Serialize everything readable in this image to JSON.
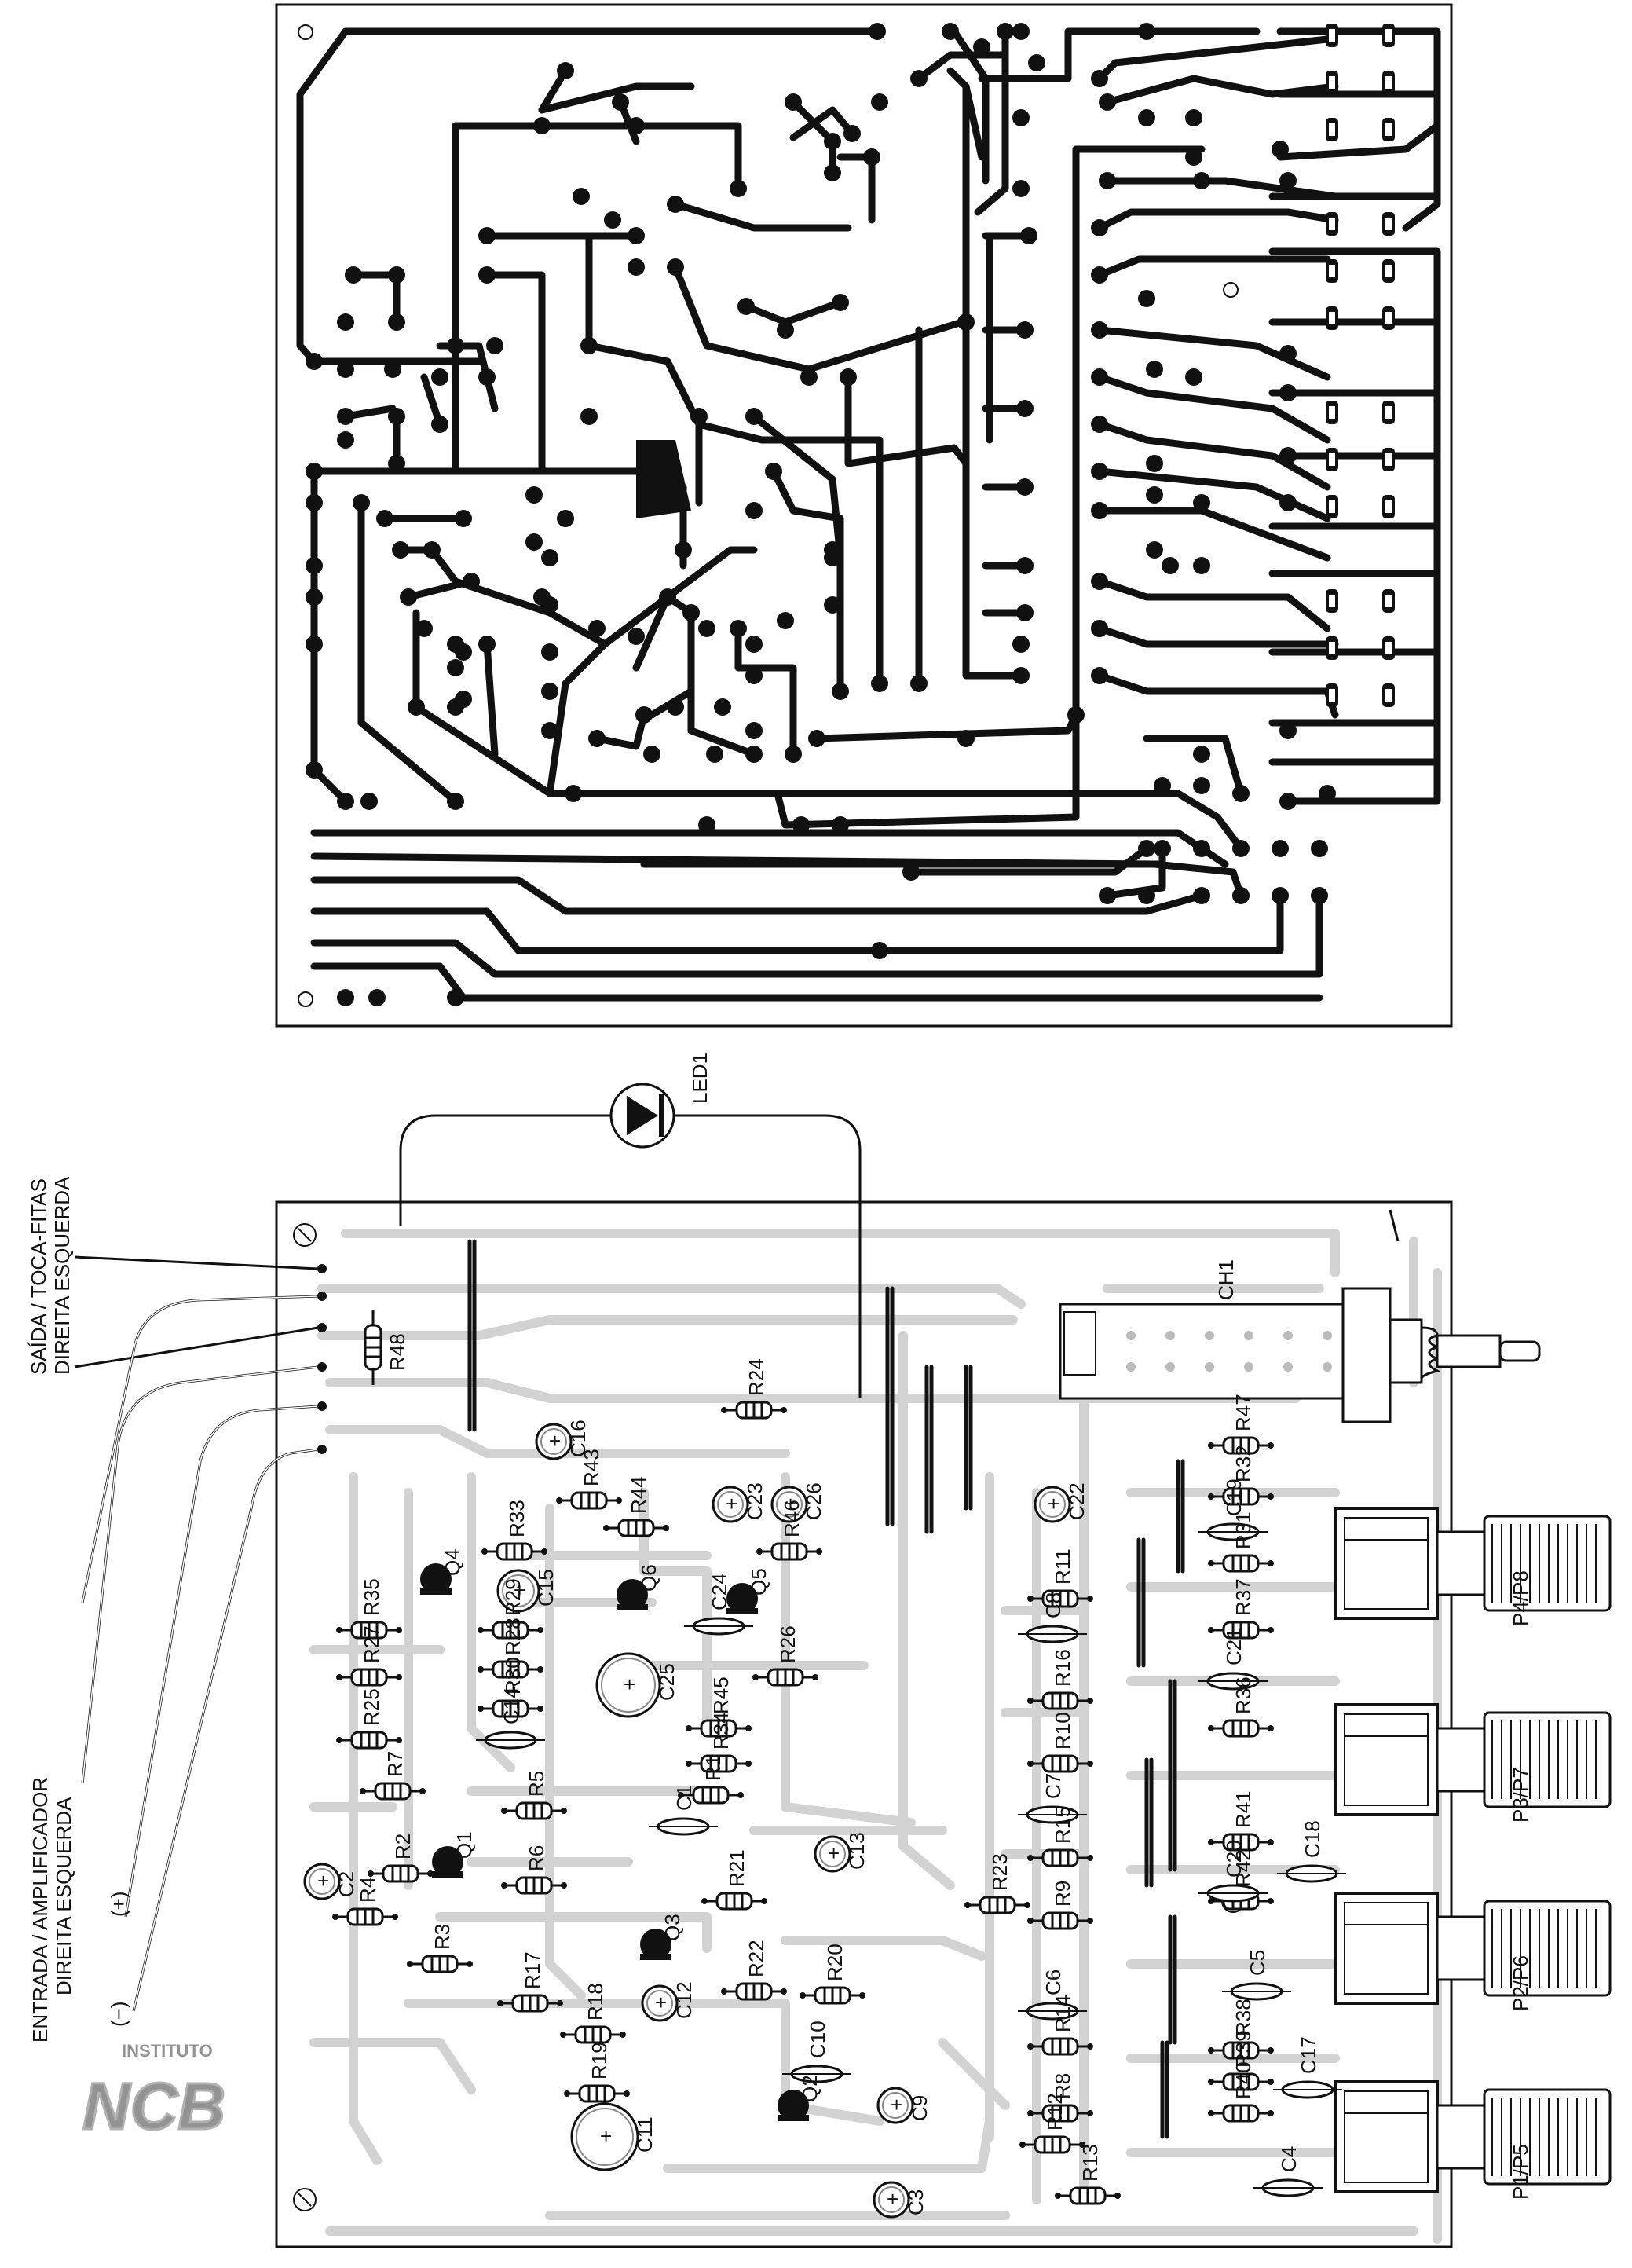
{
  "diagram": {
    "top_view": "copper-side printed circuit layout (trace pattern)",
    "bottom_view": "component-side placement overlay"
  },
  "io_labels": {
    "output_title": "SAÍDA / TOCA-FITAS",
    "output_channels": "DIREITA  ESQUERDA",
    "input_title": "ENTRADA / AMPLIFICADOR",
    "input_channels": "DIREITA     ESQUERDA",
    "plus": "(+)",
    "minus": "(−)"
  },
  "led_label": "LED1",
  "switch_label": "CH1",
  "pots": [
    "P4/P8",
    "P3/P7",
    "P2/P6",
    "P1/P5"
  ],
  "resistors": [
    "R1",
    "R2",
    "R3",
    "R4",
    "R5",
    "R6",
    "R7",
    "R8",
    "R9",
    "R10",
    "R11",
    "R12",
    "R13",
    "R14",
    "R15",
    "R16",
    "R17",
    "R18",
    "R19",
    "R20",
    "R21",
    "R22",
    "R23",
    "R24",
    "R25",
    "R26",
    "R27",
    "R28",
    "R29",
    "R30",
    "R31",
    "R32",
    "R33",
    "R34",
    "R35",
    "R36",
    "R37",
    "R38",
    "R39",
    "R40",
    "R41",
    "R42",
    "R43",
    "R44",
    "R45",
    "R46",
    "R47",
    "R48"
  ],
  "capacitors": [
    "C1",
    "C2",
    "C3",
    "C4",
    "C5",
    "C6",
    "C7",
    "C8",
    "C9",
    "C10",
    "C11",
    "C12",
    "C13",
    "C14",
    "C15",
    "C16",
    "C17",
    "C18",
    "C19",
    "C20",
    "C21",
    "C22",
    "C23",
    "C24",
    "C25",
    "C26"
  ],
  "transistors": [
    "Q1",
    "Q2",
    "Q3",
    "Q4",
    "Q5",
    "Q6"
  ],
  "logo": {
    "line1": "INSTITUTO",
    "line2": "NCB"
  }
}
